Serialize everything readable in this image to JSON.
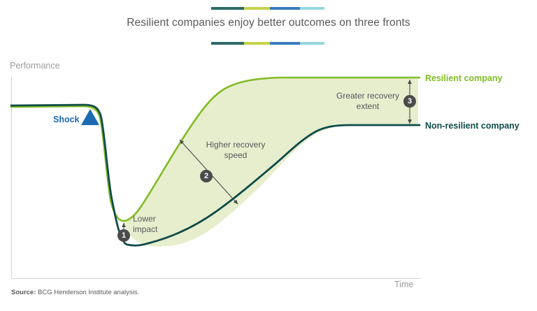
{
  "title": "Resilient companies enjoy better outcomes on three fronts",
  "source_prefix": "Source:",
  "source_text": " BCG Henderson Institute analysis.",
  "axes": {
    "y_label": "Performance",
    "x_label": "Time"
  },
  "annotations": {
    "shock": "Shock",
    "lower_impact": "Lower\nimpact",
    "lower_impact_line1": "Lower",
    "lower_impact_line2": "impact",
    "higher_speed_line1": "Higher recovery",
    "higher_speed_line2": "speed",
    "greater_extent_line1": "Greater recovery",
    "greater_extent_line2": "extent"
  },
  "markers": {
    "one": "1",
    "two": "2",
    "three": "3"
  },
  "series_labels": {
    "resilient": "Resilient company",
    "non_resilient": "Non-resilient company"
  },
  "colors": {
    "green": "#82bc27",
    "dark_teal": "#0f4c4a",
    "band_fill": "#e7eecd",
    "shock_blue": "#1b6ab3",
    "marker_gray": "#4b4b4b",
    "axis_gray": "#d2d3d4",
    "text_gray": "#58595b",
    "muted_gray": "#9a9b9d",
    "rule_segments": [
      "#2e6b68",
      "#c5d44a",
      "#3a7cbd",
      "#97d6dd"
    ]
  },
  "chart_data": {
    "type": "line",
    "title": "Resilient companies enjoy better outcomes on three fronts",
    "xlabel": "Time",
    "ylabel": "Performance",
    "grid": false,
    "legend_position": "right",
    "axis_ticks": [],
    "xlim": [
      0,
      100
    ],
    "ylim": [
      0,
      100
    ],
    "series": [
      {
        "name": "Resilient company",
        "color": "#82bc27",
        "points": [
          {
            "x": 0,
            "y": 72
          },
          {
            "x": 14,
            "y": 72
          },
          {
            "x": 20,
            "y": 71
          },
          {
            "x": 23,
            "y": 62
          },
          {
            "x": 26,
            "y": 36
          },
          {
            "x": 28,
            "y": 21
          },
          {
            "x": 30,
            "y": 16
          },
          {
            "x": 34,
            "y": 24
          },
          {
            "x": 40,
            "y": 44
          },
          {
            "x": 46,
            "y": 62
          },
          {
            "x": 52,
            "y": 76
          },
          {
            "x": 58,
            "y": 84
          },
          {
            "x": 66,
            "y": 87
          },
          {
            "x": 80,
            "y": 88
          },
          {
            "x": 100,
            "y": 88
          }
        ]
      },
      {
        "name": "Non-resilient company",
        "color": "#0f4c4a",
        "points": [
          {
            "x": 0,
            "y": 72
          },
          {
            "x": 14,
            "y": 72
          },
          {
            "x": 20,
            "y": 72
          },
          {
            "x": 23,
            "y": 64
          },
          {
            "x": 26,
            "y": 34
          },
          {
            "x": 28,
            "y": 16
          },
          {
            "x": 30,
            "y": 8
          },
          {
            "x": 36,
            "y": 9
          },
          {
            "x": 46,
            "y": 17
          },
          {
            "x": 58,
            "y": 27
          },
          {
            "x": 68,
            "y": 38
          },
          {
            "x": 76,
            "y": 48
          },
          {
            "x": 82,
            "y": 59
          },
          {
            "x": 88,
            "y": 64
          },
          {
            "x": 94,
            "y": 65
          },
          {
            "x": 100,
            "y": 65
          }
        ]
      }
    ],
    "band_between_series": true,
    "band_fill": "#e7eecd",
    "event_marker": {
      "label": "Shock",
      "x": 21,
      "shape": "triangle",
      "color": "#1b6ab3"
    },
    "callouts": [
      {
        "id": "1",
        "label": "Lower impact",
        "kind": "vertical-double-arrow",
        "at_x": 30
      },
      {
        "id": "2",
        "label": "Higher recovery speed",
        "kind": "diagonal-double-arrow",
        "at_x": 45
      },
      {
        "id": "3",
        "label": "Greater recovery extent",
        "kind": "vertical-double-arrow",
        "at_x": 93
      }
    ]
  }
}
